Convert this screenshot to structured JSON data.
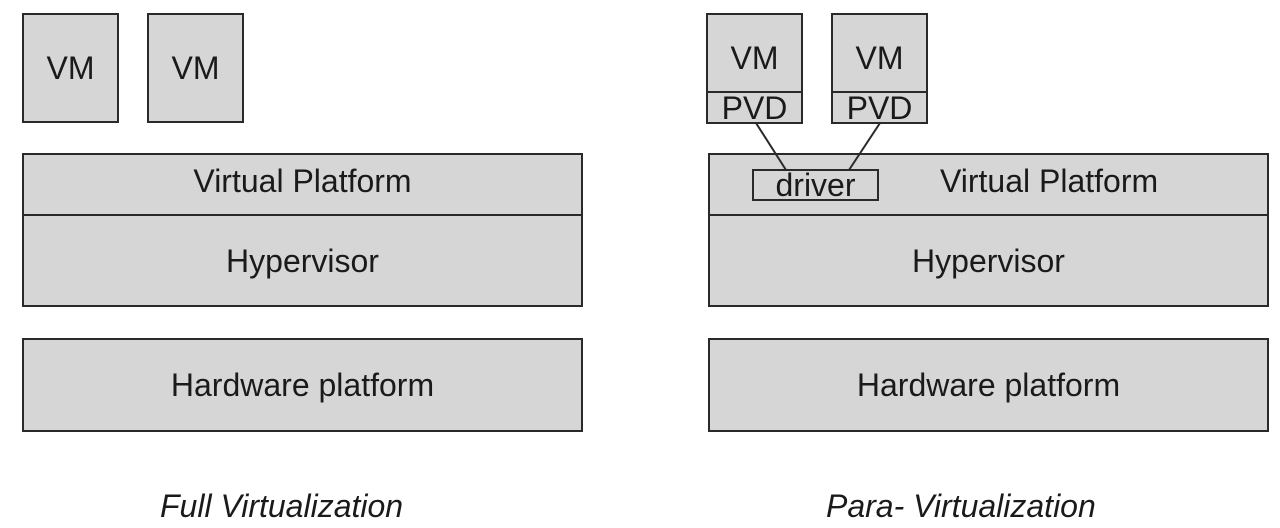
{
  "full_virtualization": {
    "vms": [
      "VM",
      "VM"
    ],
    "virtual_platform": "Virtual Platform",
    "hypervisor": "Hypervisor",
    "hardware": "Hardware platform",
    "caption": "Full Virtualization"
  },
  "para_virtualization": {
    "vms": [
      {
        "label": "VM",
        "pvd": "PVD"
      },
      {
        "label": "VM",
        "pvd": "PVD"
      }
    ],
    "driver": "driver",
    "virtual_platform": "Virtual Platform",
    "hypervisor": "Hypervisor",
    "hardware": "Hardware platform",
    "caption": "Para- Virtualization"
  },
  "colors": {
    "box_fill": "#d6d6d6",
    "stroke": "#2a2a2a"
  }
}
